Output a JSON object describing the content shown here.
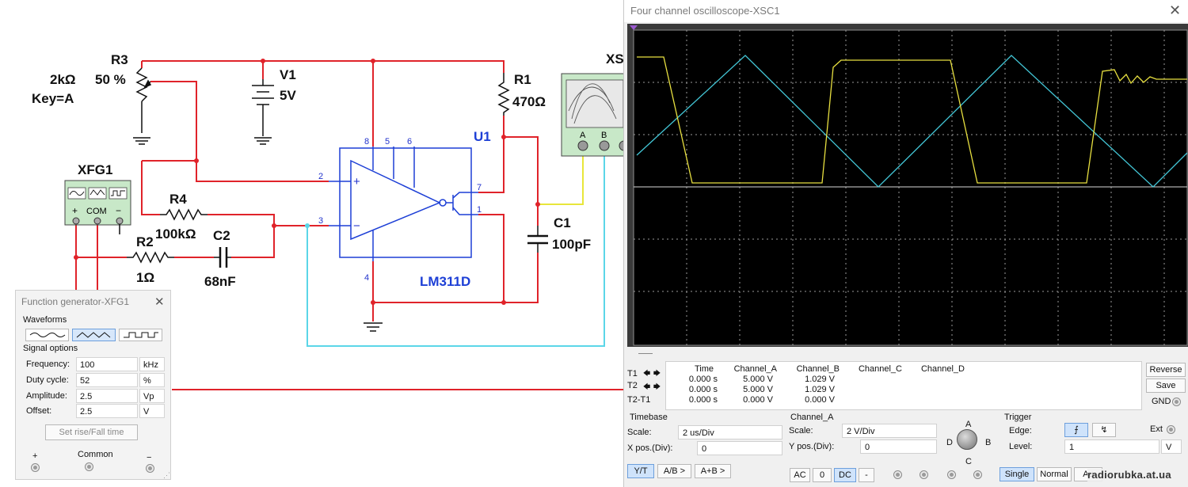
{
  "schematic": {
    "r3": {
      "name": "R3",
      "value": "2kΩ",
      "percent": "50 %",
      "key": "Key=A"
    },
    "v1": {
      "name": "V1",
      "value": "5V"
    },
    "r1": {
      "name": "R1",
      "value": "470Ω"
    },
    "u1": {
      "name": "U1",
      "part": "LM311D"
    },
    "xfg1": {
      "name": "XFG1",
      "com": "COM",
      "plus": "+",
      "minus": "−"
    },
    "r4": {
      "name": "R4",
      "value": "100kΩ"
    },
    "r2": {
      "name": "R2",
      "value": "1Ω"
    },
    "c2": {
      "name": "C2",
      "value": "68nF"
    },
    "c1": {
      "name": "C1",
      "value": "100pF"
    },
    "xsc": {
      "name": "XS",
      "pin_a": "A",
      "pin_b": "B"
    },
    "pins": {
      "p2": "2",
      "p3": "3",
      "p4": "4",
      "p5": "5",
      "p6": "6",
      "p7": "7",
      "p8": "8",
      "p1": "1",
      "plus": "+",
      "minus": "−"
    },
    "wire_colors": {
      "red": "#e0232a",
      "yellow": "#e8e63a",
      "cyan": "#5bd6e8"
    }
  },
  "oscilloscope": {
    "title": "Four channel oscilloscope-XSC1",
    "screen_colors": {
      "channel_a": "#e8e040",
      "channel_b": "#43c6d6",
      "grid": "#a0a0a0",
      "background": "#000000"
    },
    "readout": {
      "row_labels": [
        "T1",
        "T2",
        "T2-T1"
      ],
      "headers": [
        "Time",
        "Channel_A",
        "Channel_B",
        "Channel_C",
        "Channel_D"
      ],
      "rows": [
        [
          "0.000 s",
          "5.000 V",
          "1.029 V"
        ],
        [
          "0.000 s",
          "5.000 V",
          "1.029 V"
        ],
        [
          "0.000 s",
          "0.000 V",
          "0.000 V"
        ]
      ]
    },
    "buttons": {
      "reverse": "Reverse",
      "save": "Save",
      "gnd": "GND"
    },
    "timebase": {
      "title": "Timebase",
      "scale_label": "Scale:",
      "scale": "2 us/Div",
      "xpos_label": "X pos.(Div):",
      "xpos": "0",
      "modes": [
        "Y/T",
        "A/B >",
        "A+B >"
      ]
    },
    "channel": {
      "title": "Channel_A",
      "scale_label": "Scale:",
      "scale": "2  V/Div",
      "ypos_label": "Y pos.(Div):",
      "ypos": "0",
      "coupling": [
        "AC",
        "0",
        "DC",
        "-"
      ],
      "knob_labels": {
        "a": "A",
        "b": "B",
        "c": "C",
        "d": "D"
      }
    },
    "trigger": {
      "title": "Trigger",
      "edge_label": "Edge:",
      "ext_label": "Ext",
      "level_label": "Level:",
      "level": "1",
      "level_unit": "V",
      "modes": [
        "Single",
        "Normal",
        "Au"
      ]
    }
  },
  "function_generator": {
    "title": "Function generator-XFG1",
    "waveforms_label": "Waveforms",
    "signal_options_label": "Signal options",
    "selected_waveform": "triangle",
    "rows": [
      {
        "label": "Frequency:",
        "value": "100",
        "unit": "kHz"
      },
      {
        "label": "Duty cycle:",
        "value": "52",
        "unit": "%"
      },
      {
        "label": "Amplitude:",
        "value": "2.5",
        "unit": "Vp"
      },
      {
        "label": "Offset:",
        "value": "2.5",
        "unit": "V"
      }
    ],
    "set_rise_fall": "Set rise/Fall time",
    "terminals": {
      "plus": "+",
      "common": "Common",
      "minus": "−"
    }
  },
  "watermark": "radiorubka.at.ua"
}
